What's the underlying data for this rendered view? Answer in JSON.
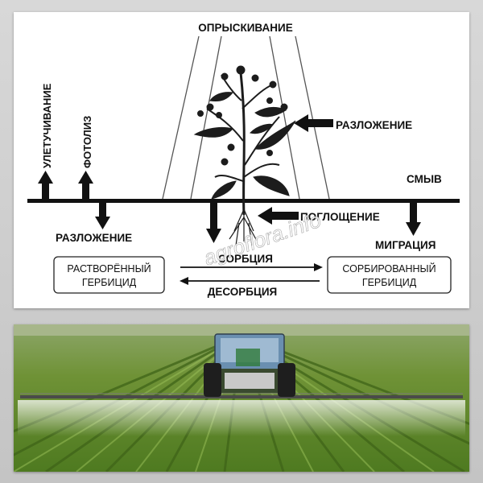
{
  "diagram": {
    "labels": {
      "spraying": "ОПРЫСКИВАНИЕ",
      "volatilization": "УЛЕТУЧИВАНИЕ",
      "photolysis": "ФОТОЛИЗ",
      "decomposition_plant": "РАЗЛОЖЕНИЕ",
      "runoff": "СМЫВ",
      "decomposition_soil": "РАЗЛОЖЕНИЕ",
      "uptake": "ПОГЛОЩЕНИЕ",
      "migration": "МИГРАЦИЯ",
      "sorption": "СОРБЦИЯ",
      "desorption": "ДЕСОРБЦИЯ"
    },
    "boxes": {
      "dissolved_line1": "РАСТВОРЁННЫЙ",
      "dissolved_line2": "ГЕРБИЦИД",
      "sorbed_line1": "СОРБИРОВАННЫЙ",
      "sorbed_line2": "ГЕРБИЦИД"
    },
    "watermark": "agroflora.info"
  },
  "colors": {
    "ink": "#111111",
    "diagram_bg": "#ffffff",
    "page_bg": "#cfcfcf",
    "field_green": "#5f8a2c",
    "sky": "#b9c4a8",
    "tractor_cab": "#6a8fb0"
  }
}
